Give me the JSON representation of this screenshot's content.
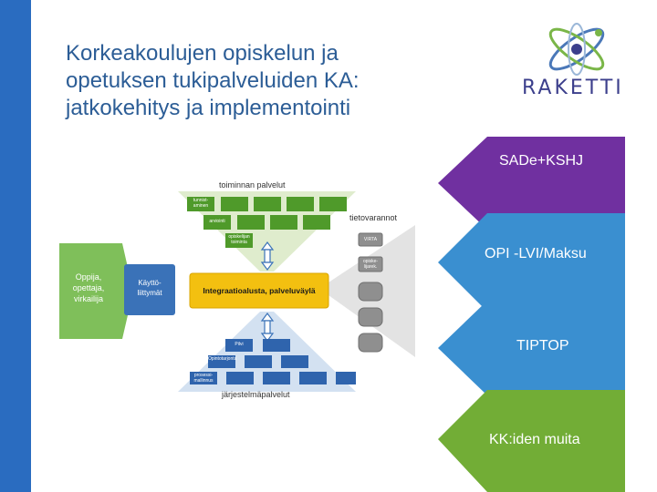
{
  "title_lines": [
    "Korkeakoulujen opiskelun ja",
    "opetuksen tukipalveluiden KA:",
    "jatkokehitys ja implementointi"
  ],
  "logo": {
    "text": "RAKETTI"
  },
  "diagram": {
    "top_label": "toiminnan palvelut",
    "right_label": "tietovarannot",
    "bottom_label": "järjestelmäpalvelut",
    "left_panel": "Oppija, opettaja, virkailija",
    "interface_box": "Käyttö- liittymät",
    "center_box": "Integraatioalusta, palveluväylä",
    "top_small": [
      "tunnist- aminen",
      "arviointi",
      "opiskelijan toiminta"
    ],
    "right_small": [
      "VIRTA",
      "opiske- lijarek."
    ],
    "bottom_small": [
      "Pilvi",
      "Opintotarjonta",
      "prosessi- mallinnus"
    ]
  },
  "arrows": [
    {
      "label": "SADe+KSHJ",
      "color": "#7030a0"
    },
    {
      "label": "OPI -LVI/Maksu",
      "color": "#3a8fd0"
    },
    {
      "label": "TIPTOP",
      "color": "#3a8fd0"
    },
    {
      "label": "KK:iden muita",
      "color": "#72ad36"
    }
  ]
}
